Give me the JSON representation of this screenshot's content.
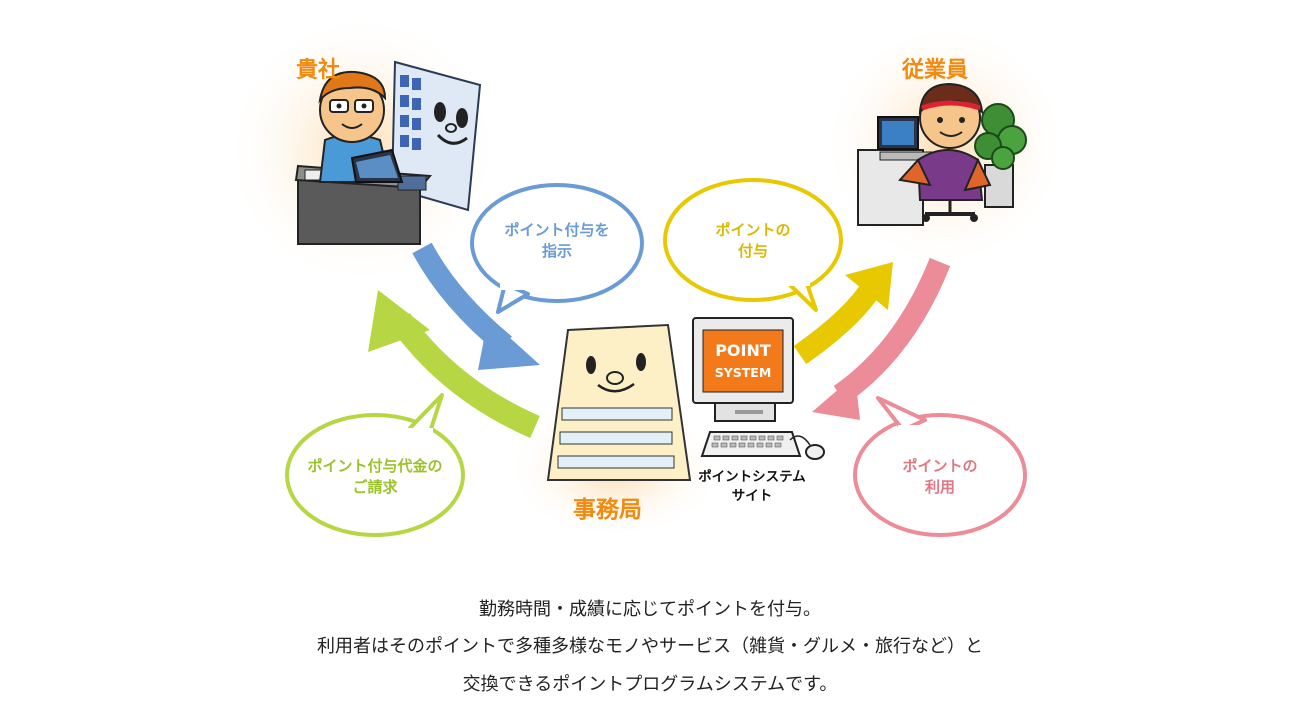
{
  "labels": {
    "company": "貴社",
    "employee": "従業員",
    "office": "事務局"
  },
  "bubbles": {
    "instruct": [
      "ポイント付与を",
      "指示"
    ],
    "grant": [
      "ポイントの",
      "付与"
    ],
    "billing": [
      "ポイント付与代金の",
      "ご請求"
    ],
    "use": [
      "ポイントの",
      "利用"
    ]
  },
  "system": {
    "screen_line1": "POINT",
    "screen_line2": "SYSTEM",
    "caption_line1": "ポイントシステム",
    "caption_line2": "サイト"
  },
  "caption": [
    "勤務時間・成績に応じてポイントを付与。",
    "利用者はそのポイントで多種多様なモノやサービス（雑貨・グルメ・旅行など）と",
    "交換できるポイントプログラムシステムです。"
  ],
  "colors": {
    "blue": "#6a9bd4",
    "yellow": "#e8c800",
    "green": "#b6d643",
    "pink": "#ec8c98",
    "label_orange": "#f08a10"
  }
}
